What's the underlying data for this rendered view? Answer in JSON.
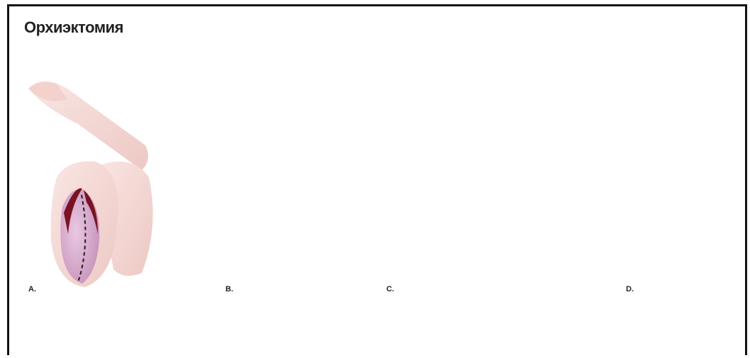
{
  "title": "Орхиэктомия",
  "panels": [
    {
      "label": "A."
    },
    {
      "label": "B."
    },
    {
      "label": "C."
    },
    {
      "label": "D."
    }
  ],
  "colors": {
    "skin": "#f6dcd9",
    "skin_shadow": "#efcac6",
    "wound": "#7a1322",
    "testis": "#f1e0bf",
    "instrument": "#9a9a9a"
  }
}
